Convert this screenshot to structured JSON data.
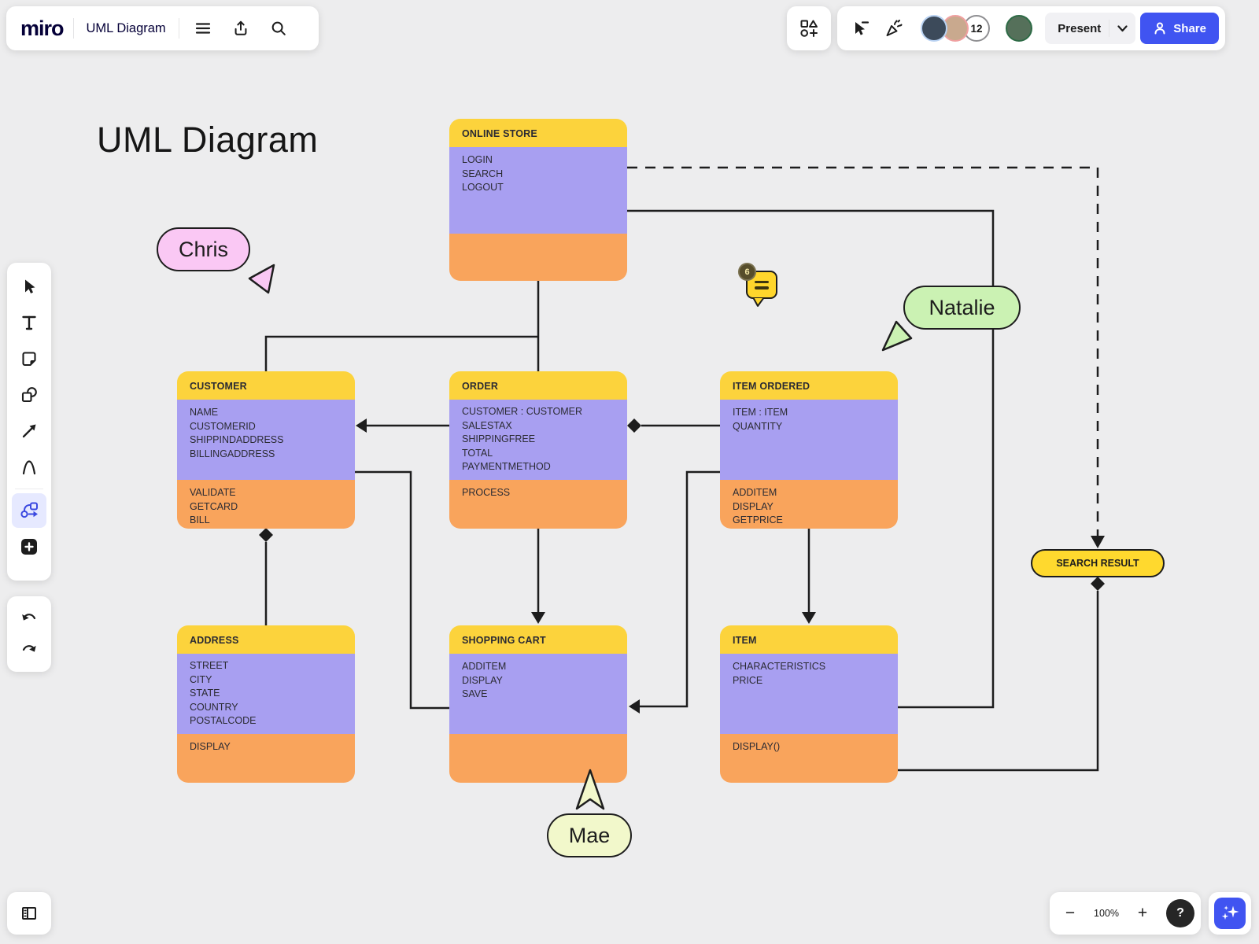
{
  "header": {
    "logo": "miro",
    "board_title": "UML Diagram"
  },
  "top_right": {
    "collaborator_count": "12",
    "present_label": "Present",
    "share_label": "Share"
  },
  "canvas": {
    "title": "UML Diagram",
    "comment_count": "6",
    "search_result_label": "SEARCH RESULT",
    "cursors": [
      {
        "name": "Chris",
        "color": "#fac8f4"
      },
      {
        "name": "Natalie",
        "color": "#cbf2b3"
      },
      {
        "name": "Mae",
        "color": "#f2f8cb"
      }
    ],
    "classes": [
      {
        "name": "ONLINE STORE",
        "attributes": [
          "LOGIN",
          "SEARCH",
          "LOGOUT"
        ],
        "methods": []
      },
      {
        "name": "CUSTOMER",
        "attributes": [
          "NAME",
          "CUSTOMERID",
          "SHIPPINDADDRESS",
          "BILLINGADDRESS"
        ],
        "methods": [
          "VALIDATE",
          "GETCARD",
          "BILL"
        ]
      },
      {
        "name": "ORDER",
        "attributes": [
          "CUSTOMER : CUSTOMER",
          "SALESTAX",
          "SHIPPINGFREE",
          "TOTAL",
          "PAYMENTMETHOD"
        ],
        "methods": [
          "PROCESS"
        ]
      },
      {
        "name": "ITEM ORDERED",
        "attributes": [
          "ITEM : ITEM",
          "QUANTITY"
        ],
        "methods": [
          "ADDITEM",
          "DISPLAY",
          "GETPRICE"
        ]
      },
      {
        "name": "ADDRESS",
        "attributes": [
          "STREET",
          "CITY",
          "STATE",
          "COUNTRY",
          "POSTALCODE"
        ],
        "methods": [
          "DISPLAY"
        ]
      },
      {
        "name": "SHOPPING CART",
        "attributes": [
          "ADDITEM",
          "DISPLAY",
          "SAVE"
        ],
        "methods": []
      },
      {
        "name": "ITEM",
        "attributes": [
          "CHARACTERISTICS",
          "PRICE"
        ],
        "methods": [
          "DISPLAY()"
        ]
      }
    ]
  },
  "bottom_bar": {
    "zoom_level": "100%",
    "minus_glyph": "−",
    "plus_glyph": "+",
    "help_glyph": "?"
  },
  "colors": {
    "accent_blue": "#4054f1",
    "class_yellow": "#fcd33c",
    "class_purple": "#a89ff1",
    "class_orange": "#f9a45c",
    "search_result_yellow": "#ffd92e",
    "comment_yellow": "#ffd62c",
    "canvas_bg": "#ededee"
  }
}
